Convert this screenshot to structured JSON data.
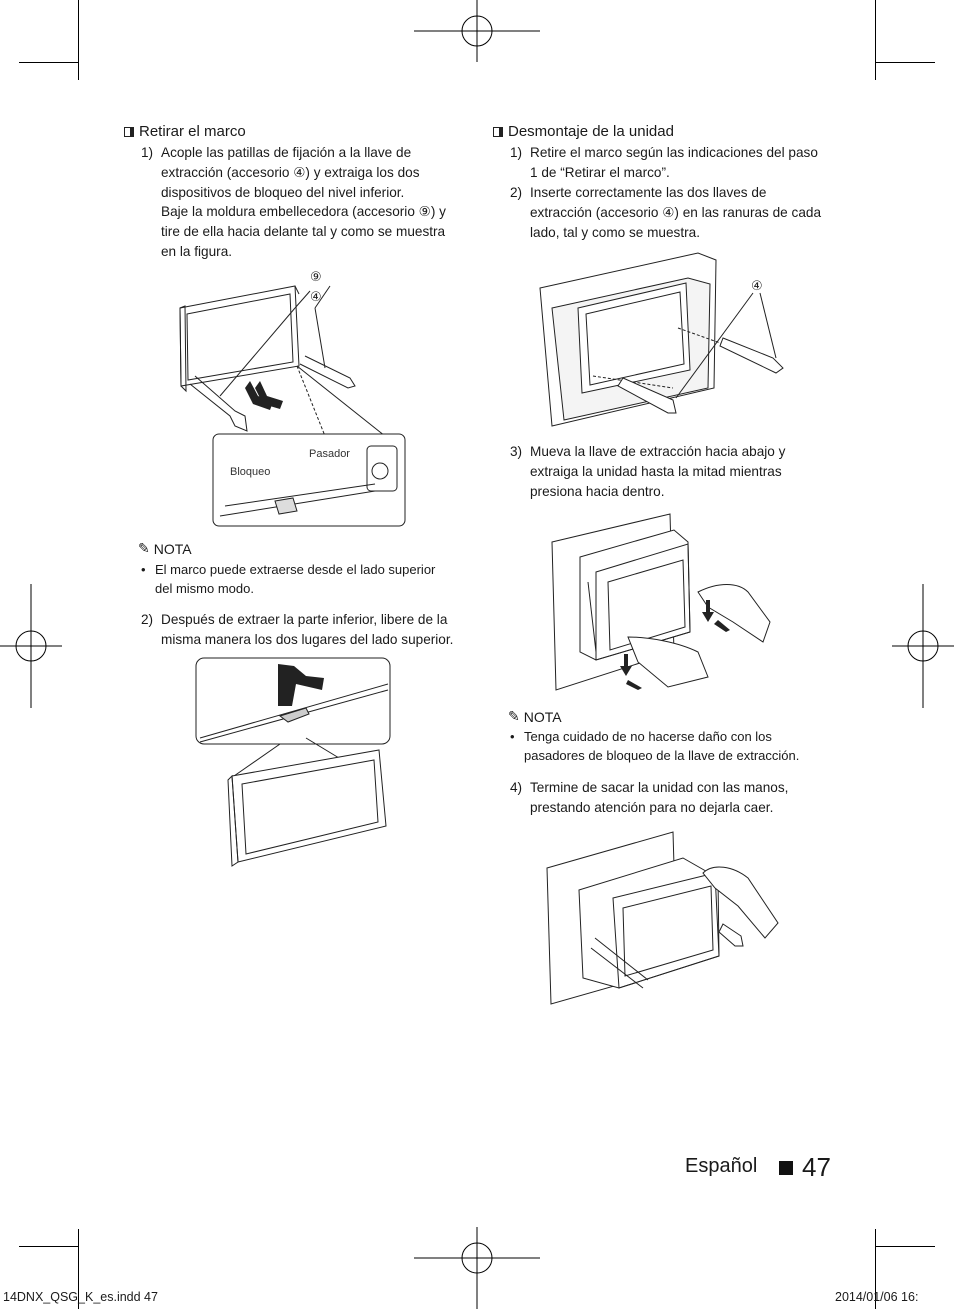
{
  "left": {
    "section_title": "Retirar el marco",
    "step1": {
      "num": "1)",
      "lines": [
        "Acople las patillas de fijación a la llave de",
        "extracción (accesorio ④) y extraiga los dos",
        "dispositivos de bloqueo del nivel inferior.",
        "Baje la moldura embellecedora (accesorio ⑨) y",
        "tire de ella hacia delante tal y como se muestra",
        "en la figura."
      ]
    },
    "fig1": {
      "label_a": "⑨",
      "label_b": "④",
      "label_pasador": "Pasador",
      "label_bloqueo": "Bloqueo"
    },
    "nota": {
      "title": "NOTA",
      "bullet": "•",
      "lines": [
        "El marco puede extraerse desde el lado superior",
        "del mismo modo."
      ]
    },
    "step2": {
      "num": "2)",
      "lines": [
        "Después de extraer la parte inferior, libere de la",
        "misma manera los dos lugares del lado superior."
      ]
    }
  },
  "right": {
    "section_title": "Desmontaje de la unidad",
    "step1": {
      "num": "1)",
      "lines": [
        "Retire el marco según las indicaciones del paso",
        "1 de “Retirar el marco”."
      ]
    },
    "step2": {
      "num": "2)",
      "lines": [
        "Inserte correctamente las dos llaves de",
        "extracción (accesorio ④) en las ranuras de cada",
        "lado, tal y como se muestra."
      ]
    },
    "fig1": {
      "label": "④"
    },
    "step3": {
      "num": "3)",
      "lines": [
        "Mueva la llave de extracción hacia abajo y",
        "extraiga la unidad hasta la mitad mientras",
        "presiona hacia dentro."
      ]
    },
    "nota": {
      "title": "NOTA",
      "bullet": "•",
      "lines": [
        "Tenga cuidado de no hacerse daño con los",
        "pasadores de bloqueo de la llave de extracción."
      ]
    },
    "step4": {
      "num": "4)",
      "lines": [
        "Termine de sacar la unidad con las manos,",
        "prestando atención para no dejarla caer."
      ]
    }
  },
  "page_footer": {
    "language": "Español",
    "page_number": "47"
  },
  "print_slug": {
    "file": "14DNX_QSG_K_es.indd   47",
    "datetime": "2014/01/06   16:"
  }
}
